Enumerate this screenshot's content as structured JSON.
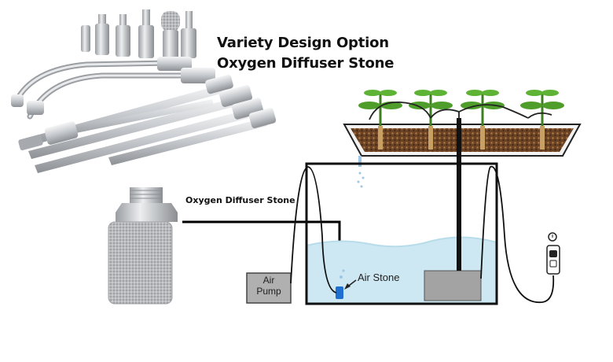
{
  "title": {
    "line1": "Variety Design Option",
    "line2": "Oxygen Diffuser Stone"
  },
  "callout_label": "Oxygen Diffuser Stone",
  "diagram": {
    "air_stone_label": "Air Stone",
    "air_pump_label": "Air\nPump"
  },
  "colors": {
    "water": "#cde8f3",
    "water_surface": "#b9dcea",
    "metal_light": "#e6e7e9",
    "metal_dark": "#8d9094",
    "soil": "#8a5a32",
    "leaf": "#4f9e2c",
    "pump_box": "#b0b0b0",
    "air_stone": "#1e6fd0"
  }
}
